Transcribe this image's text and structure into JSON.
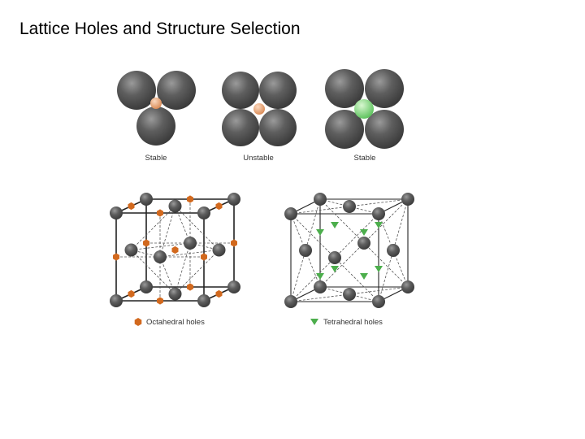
{
  "slide": {
    "title": "Lattice Holes and Structure Selection"
  },
  "panels": {
    "stable_left": {
      "label": "Stable"
    },
    "unstable": {
      "label": "Unstable"
    },
    "stable_right": {
      "label": "Stable"
    }
  },
  "legend": {
    "octahedral": "Octahedral holes",
    "tetrahedral": "Tetrahedral holes"
  },
  "colors": {
    "atom": "#5c5c5c",
    "octahedral_hole": "#d2691e",
    "tetrahedral_hole": "#4cae4c",
    "small_ion": "#e8a77c",
    "large_ion": "#8fdc8f"
  }
}
